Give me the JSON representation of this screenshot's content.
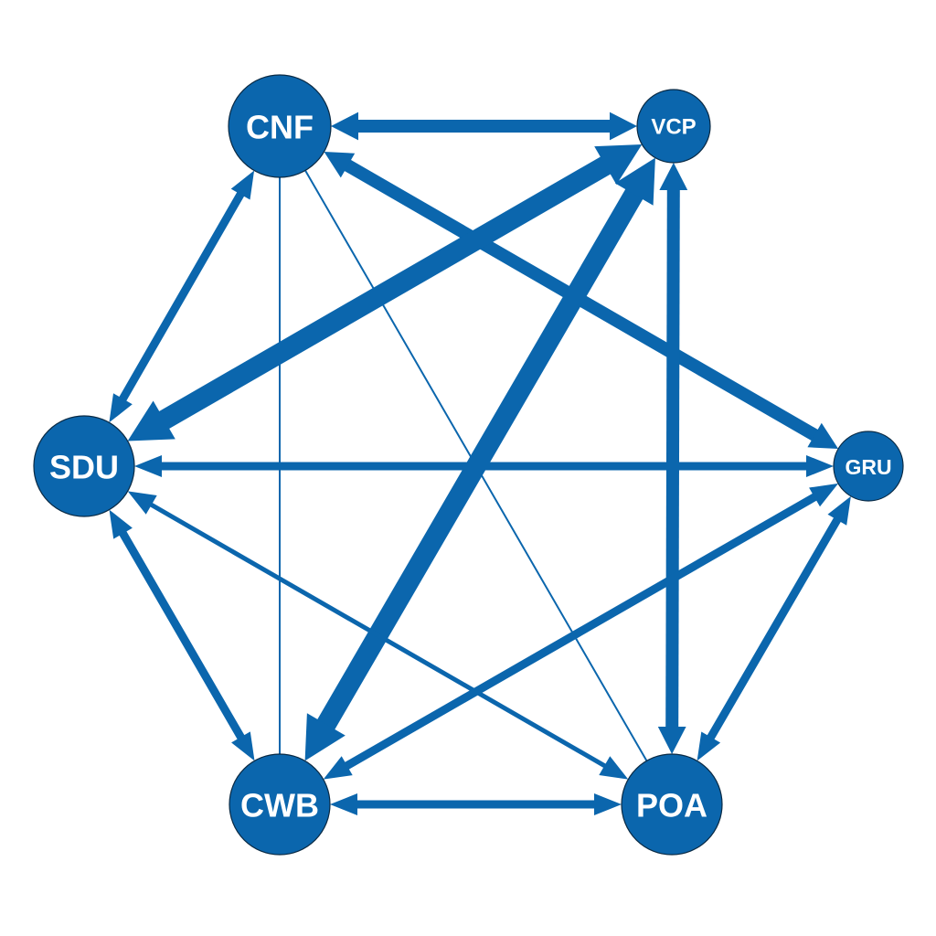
{
  "colors": {
    "node_fill": "#0B66AD",
    "node_stroke": "#0a2a44",
    "edge": "#0B66AD",
    "label": "#ffffff"
  },
  "nodes": [
    {
      "id": "CNF",
      "label": "CNF",
      "size": "large"
    },
    {
      "id": "VCP",
      "label": "VCP",
      "size": "small"
    },
    {
      "id": "SDU",
      "label": "SDU",
      "size": "large"
    },
    {
      "id": "GRU",
      "label": "GRU",
      "size": "small"
    },
    {
      "id": "CWB",
      "label": "CWB",
      "size": "large"
    },
    {
      "id": "POA",
      "label": "POA",
      "size": "large"
    }
  ],
  "edges": [
    {
      "from": "CNF",
      "to": "VCP",
      "weight": "medium",
      "arrows": "both"
    },
    {
      "from": "CNF",
      "to": "GRU",
      "weight": "medium",
      "arrows": "both"
    },
    {
      "from": "CNF",
      "to": "SDU",
      "weight": "light",
      "arrows": "both"
    },
    {
      "from": "CNF",
      "to": "CWB",
      "weight": "hairline",
      "arrows": "none"
    },
    {
      "from": "CNF",
      "to": "POA",
      "weight": "hairline",
      "arrows": "none"
    },
    {
      "from": "VCP",
      "to": "SDU",
      "weight": "heavy",
      "arrows": "both"
    },
    {
      "from": "VCP",
      "to": "CWB",
      "weight": "heavy",
      "arrows": "both"
    },
    {
      "from": "VCP",
      "to": "POA",
      "weight": "medium",
      "arrows": "both"
    },
    {
      "from": "SDU",
      "to": "GRU",
      "weight": "light",
      "arrows": "both"
    },
    {
      "from": "SDU",
      "to": "CWB",
      "weight": "light",
      "arrows": "both"
    },
    {
      "from": "SDU",
      "to": "POA",
      "weight": "thin",
      "arrows": "both"
    },
    {
      "from": "GRU",
      "to": "CWB",
      "weight": "light",
      "arrows": "both"
    },
    {
      "from": "GRU",
      "to": "POA",
      "weight": "light",
      "arrows": "both"
    },
    {
      "from": "CWB",
      "to": "POA",
      "weight": "light",
      "arrows": "both"
    }
  ]
}
